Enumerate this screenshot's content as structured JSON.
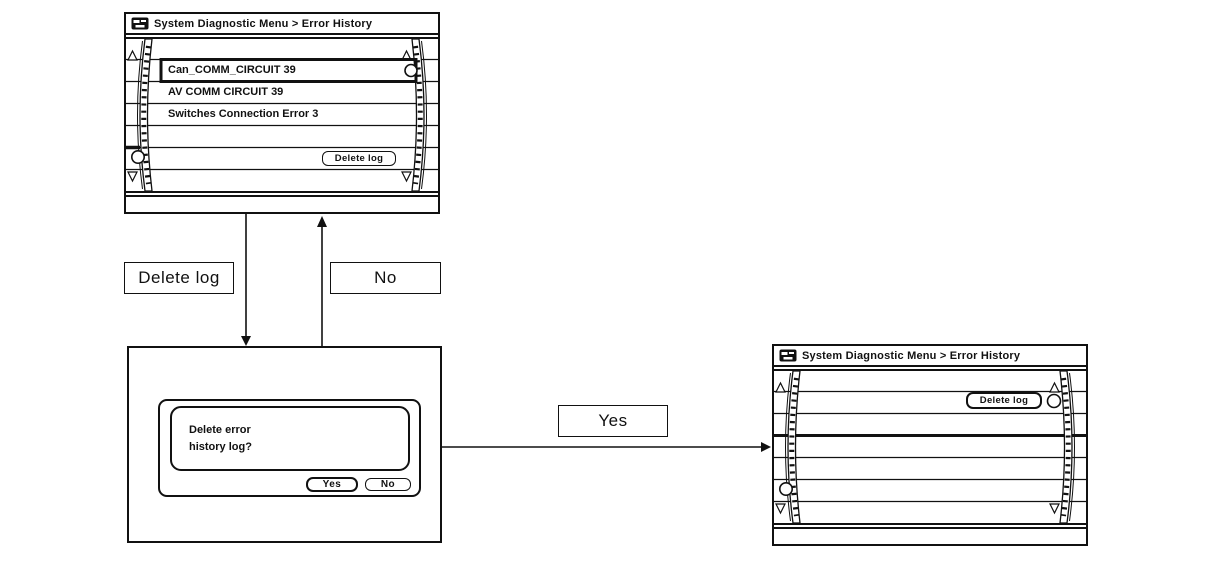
{
  "screens": {
    "top": {
      "title": "System Diagnostic Menu > Error History",
      "rows": [
        "Can_COMM_CIRCUIT 39",
        "AV COMM CIRCUIT 39",
        "Switches Connection Error 3"
      ],
      "selected_row": "Can_COMM_CIRCUIT 39",
      "delete_button": "Delete log"
    },
    "dialog": {
      "message": [
        "Delete error",
        "history log?"
      ],
      "yes_button": "Yes",
      "no_button": "No"
    },
    "cleared": {
      "title": "System Diagnostic Menu > Error History",
      "delete_button": "Delete log"
    }
  },
  "flow_labels": {
    "delete_log": "Delete log",
    "no": "No",
    "yes": "Yes"
  },
  "icons": {
    "titlebar": "display-icon"
  },
  "colors": {
    "line": "#111111",
    "background": "#ffffff"
  }
}
